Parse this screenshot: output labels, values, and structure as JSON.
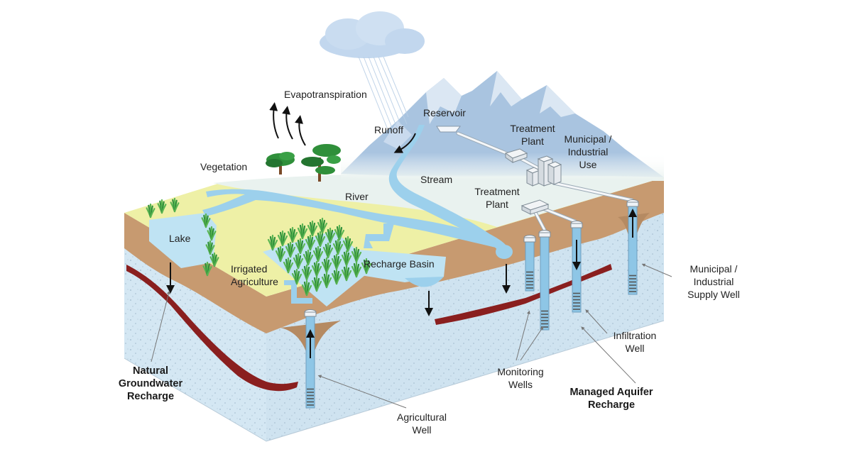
{
  "colors": {
    "groundwater": "#d4e7f3",
    "soil": "#c79a70",
    "surface": "#eef0a6",
    "water": "#8ec6e6",
    "clay_layer": "#8a1f1f",
    "mountain": "#a9c4e0",
    "cloud": "#c2d7ee",
    "vegetation": "#2f8f3a"
  },
  "icons": [
    "rain-cloud-icon",
    "tree-icon",
    "grass-icon",
    "well-icon",
    "building-icon",
    "treatment-plant-icon",
    "arrow-icon"
  ],
  "labels": {
    "evapotranspiration": "Evapotranspiration",
    "reservoir": "Reservoir",
    "runoff": "Runoff",
    "treatment_plant_top": [
      "Treatment",
      "Plant"
    ],
    "municipal_use": [
      "Municipal /",
      "Industrial",
      "Use"
    ],
    "vegetation": "Vegetation",
    "stream": "Stream",
    "river": "River",
    "treatment_plant_bottom": [
      "Treatment",
      "Plant"
    ],
    "lake": "Lake",
    "irrigated_agriculture": [
      "Irrigated",
      "Agriculture"
    ],
    "recharge_basin": "Recharge Basin",
    "municipal_supply_well": [
      "Municipal /",
      "Industrial",
      "Supply Well"
    ],
    "infiltration_well": [
      "Infiltration",
      "Well"
    ],
    "natural_recharge": [
      "Natural",
      "Groundwater",
      "Recharge"
    ],
    "monitoring_wells": [
      "Monitoring",
      "Wells"
    ],
    "managed_recharge": [
      "Managed Aquifer",
      "Recharge"
    ],
    "agricultural_well": [
      "Agricultural",
      "Well"
    ]
  }
}
